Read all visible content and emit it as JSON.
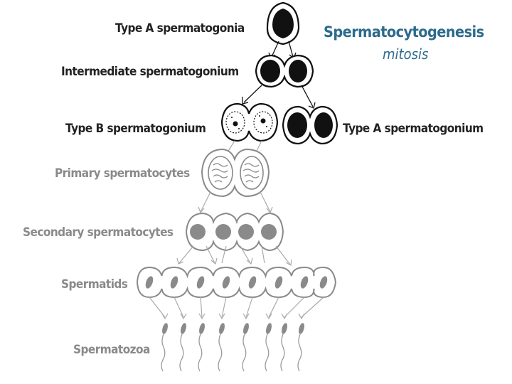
{
  "title": {
    "main": "Spermatocytogenesis",
    "sub": "mitosis"
  },
  "labels": {
    "type_a_spermatogonia": "Type A spermatogonia",
    "intermediate_spermatogonium": "Intermediate spermatogonium",
    "type_b_spermatogonium": "Type B spermatogonium",
    "type_a_spermatogonium_right": "Type A spermatogonium",
    "primary_spermatocytes": "Primary spermatocytes",
    "secondary_spermatocytes": "Secondary spermatocytes",
    "spermatids": "Spermatids",
    "spermatozoa": "Spermatozoa"
  },
  "colors": {
    "title": "#2c6b8c",
    "dark_label": "#222222",
    "grey_label": "#8a8a8a",
    "dark_nucleus": "#111111",
    "grey_cell": "#8a8a8a"
  }
}
